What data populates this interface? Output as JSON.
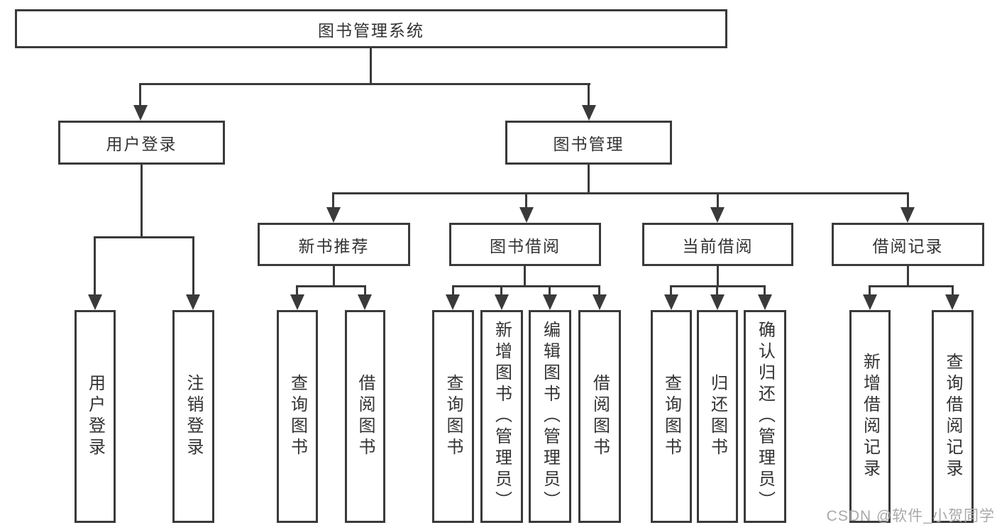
{
  "colors": {
    "line": "#3a3a3a",
    "text": "#333333",
    "watermark": "#a9a9a9",
    "background": "#ffffff"
  },
  "watermark": "CSDN @软件_小贺同学",
  "diagram": {
    "root": {
      "label": "图书管理系统"
    },
    "branches": [
      {
        "label": "用户登录",
        "children": [
          {
            "label": "用户登录"
          },
          {
            "label": "注销登录"
          }
        ]
      },
      {
        "label": "图书管理",
        "children": [
          {
            "label": "新书推荐",
            "children": [
              {
                "label": "查询图书"
              },
              {
                "label": "借阅图书"
              }
            ]
          },
          {
            "label": "图书借阅",
            "children": [
              {
                "label": "查询图书"
              },
              {
                "label": "新增图书（管理员）"
              },
              {
                "label": "编辑图书（管理员）"
              },
              {
                "label": "借阅图书"
              }
            ]
          },
          {
            "label": "当前借阅",
            "children": [
              {
                "label": "查询图书"
              },
              {
                "label": "归还图书"
              },
              {
                "label": "确认归还（管理员）"
              }
            ]
          },
          {
            "label": "借阅记录",
            "children": [
              {
                "label": "新增借阅记录"
              },
              {
                "label": "查询借阅记录"
              }
            ]
          }
        ]
      }
    ]
  }
}
